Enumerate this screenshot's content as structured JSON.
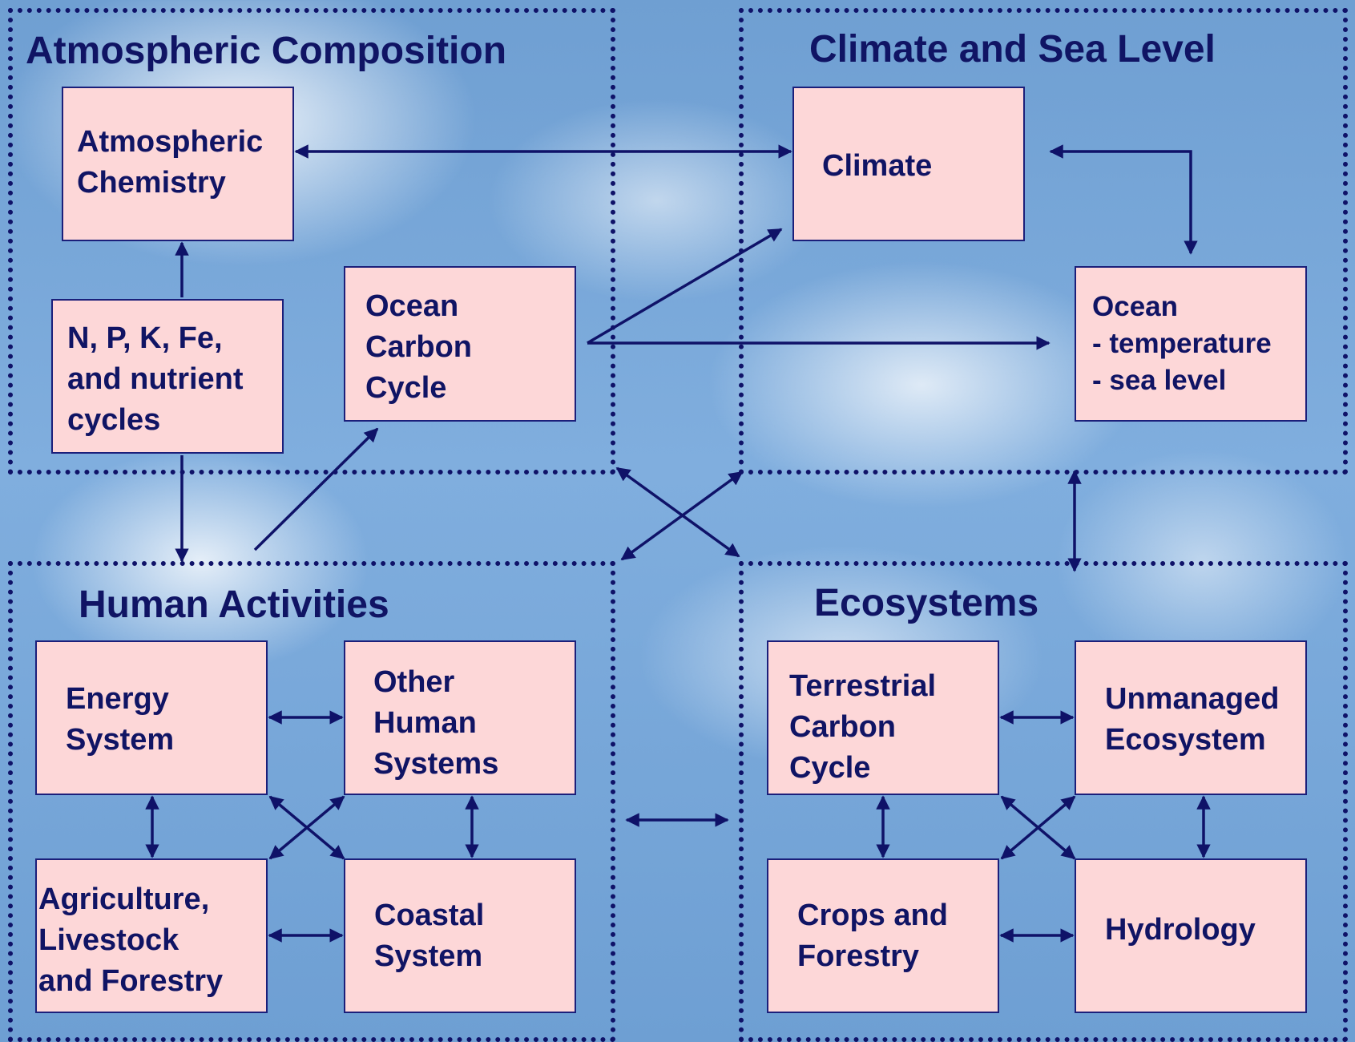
{
  "regions": {
    "atmospheric_composition": "Atmospheric Composition",
    "climate_and_sea_level": "Climate and Sea Level",
    "human_activities": "Human Activities",
    "ecosystems": "Ecosystems"
  },
  "boxes": {
    "atmospheric_chemistry": "Atmospheric\nChemistry",
    "nutrient_cycles": "N, P, K, Fe,\nand nutrient\ncycles",
    "ocean_carbon_cycle": "Ocean\nCarbon\nCycle",
    "climate": "Climate",
    "ocean": "Ocean\n- temperature\n- sea level",
    "energy_system": "Energy\nSystem",
    "other_human_systems": "Other\nHuman\nSystems",
    "agriculture_livestock_forestry": "Agriculture,\nLivestock\nand Forestry",
    "coastal_system": "Coastal\nSystem",
    "terrestrial_carbon_cycle": "Terrestrial\nCarbon\nCycle",
    "unmanaged_ecosystem": "Unmanaged\nEcosystem",
    "crops_and_forestry": "Crops and\nForestry",
    "hydrology": "Hydrology"
  },
  "colors": {
    "box_fill": "#fdd7d8",
    "ink": "#101464",
    "sky": "#7aaadc"
  }
}
